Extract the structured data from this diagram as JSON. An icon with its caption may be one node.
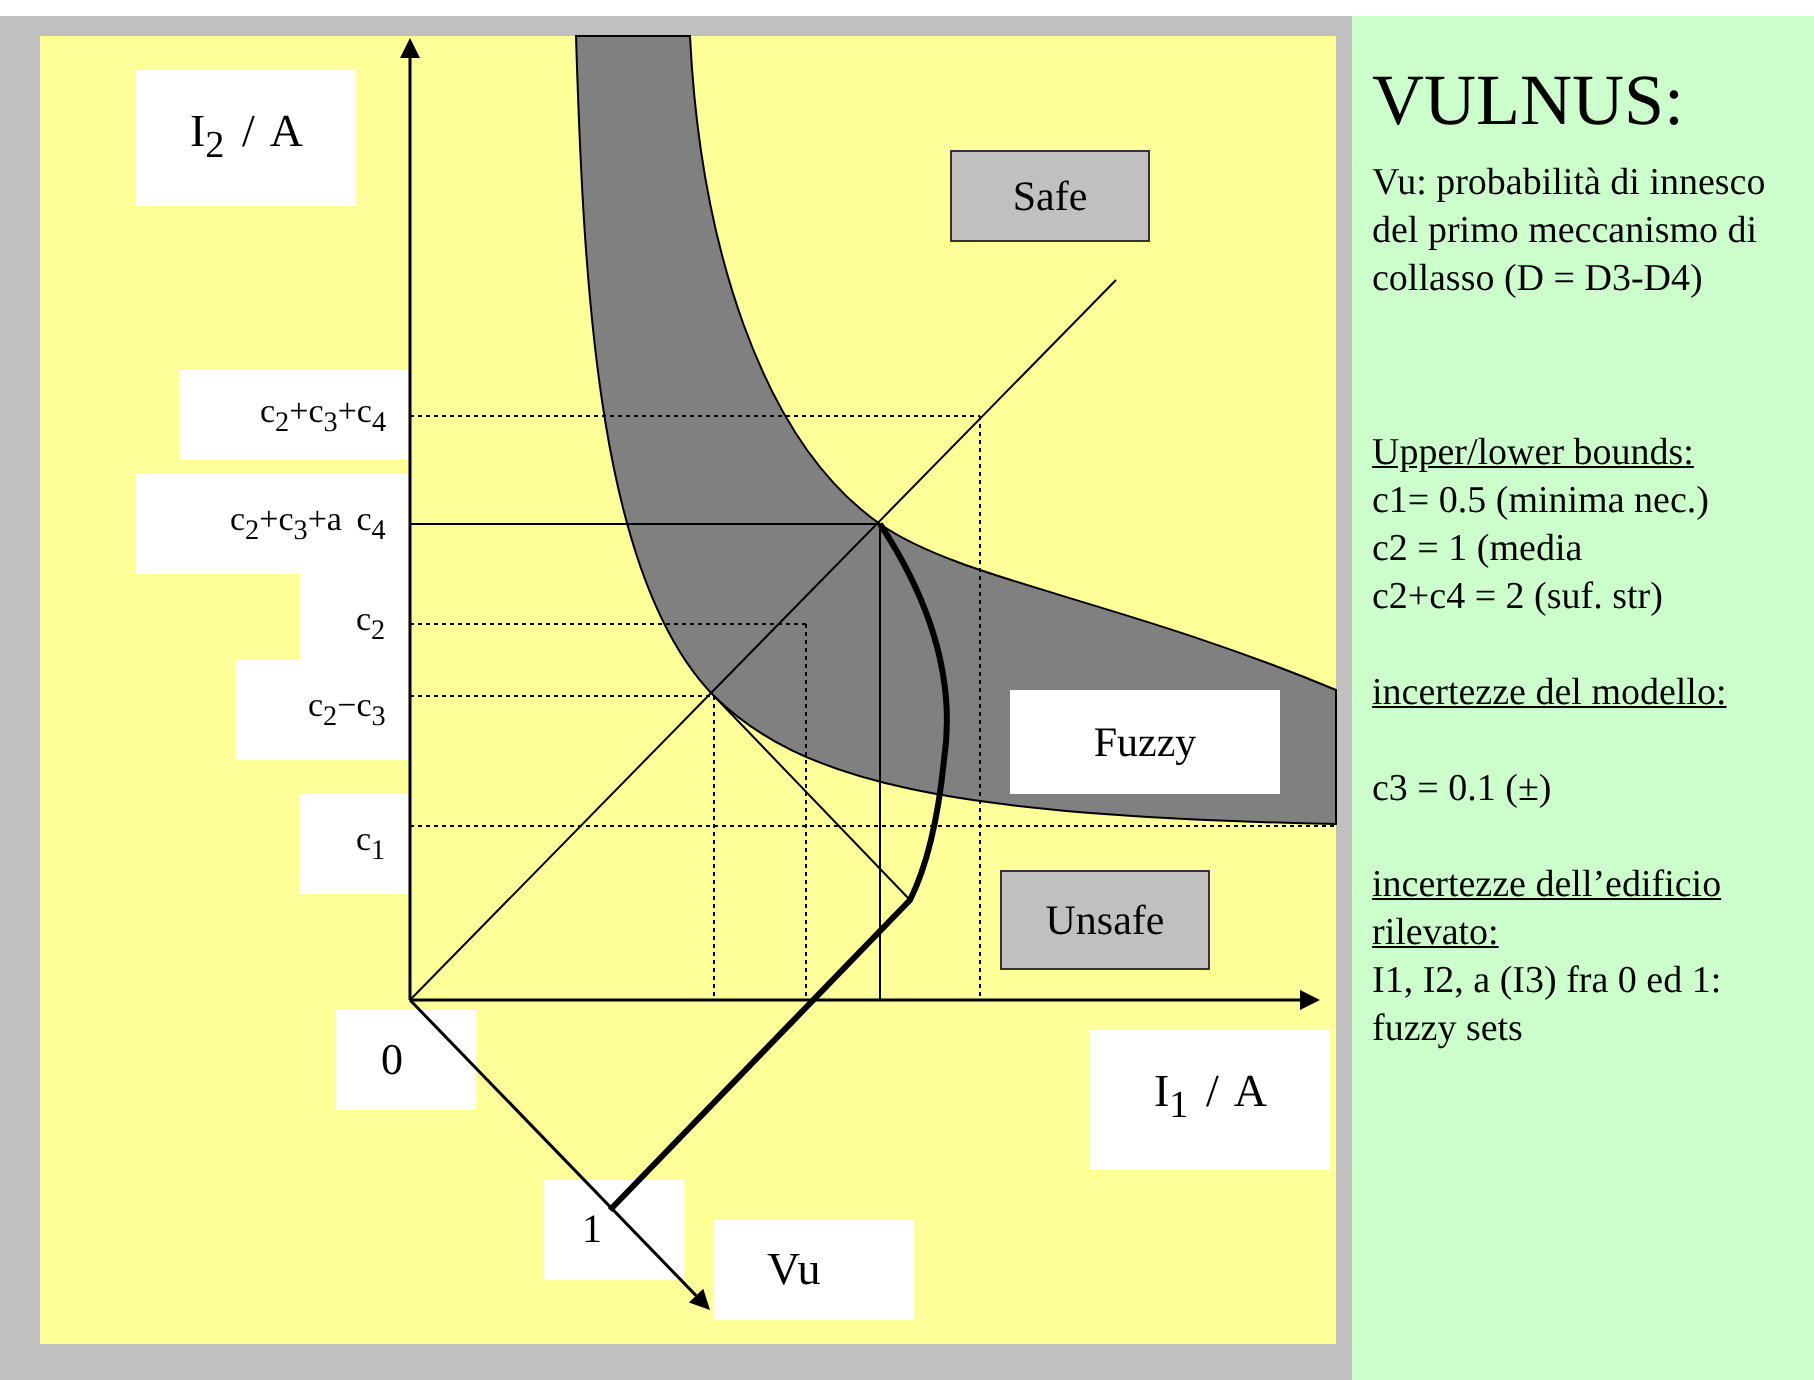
{
  "diagram": {
    "title": "VULNUS:",
    "nodes": [
      {
        "text": [
          "Safe"
        ]
      },
      {
        "text": [
          "Fuzzy"
        ]
      },
      {
        "text": [
          "Unsafe"
        ]
      }
    ],
    "labels": [
      "I$_{2}$ / A",
      "c$_{2}$+c$_{3}$+c$_{4}$",
      "c$_{2}$+c$_{3}$+a c$_{4}$",
      "c$_{2}$",
      "c$_{2}$−c$_{3}$",
      "c$_{1}$",
      "0",
      "I$_{1}$ / A",
      "1",
      "Vu",
      "Vu: probabilità di innesco del primo meccanismo di collasso (D = D3-D4)",
      "Upper/lower bounds:",
      "c1= 0.5 (minima nec.)",
      "c2 = 1  (media",
      "c2+c4 = 2 (suf. str)",
      "incertezze del modello:",
      "c3 = 0.1  (±)",
      "incertezze dell’edificio rilevato:",
      "I1, I2, a (I3) fra 0 ed 1:  fuzzy sets"
    ]
  }
}
